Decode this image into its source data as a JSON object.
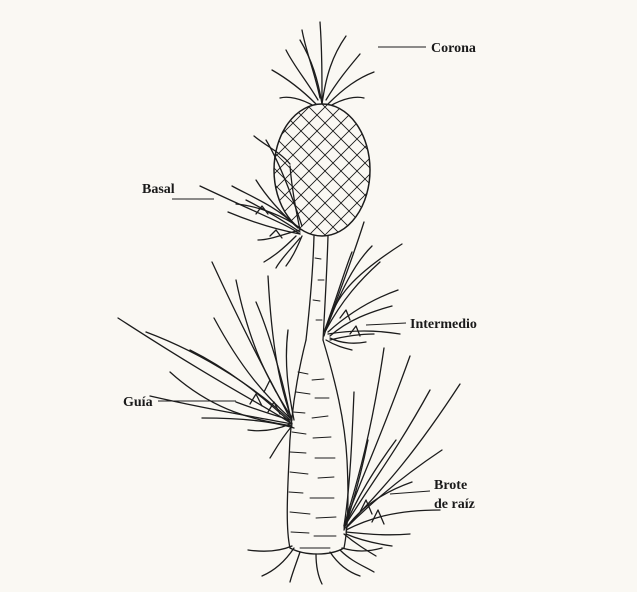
{
  "diagram": {
    "labels": {
      "corona": "Corona",
      "basal": "Basal",
      "intermedio": "Intermedio",
      "guia": "Guía",
      "brote_line1": "Brote",
      "brote_line2": "de raíz"
    },
    "colors": {
      "ink": "#1c1c1c",
      "background": "#faf8f3"
    }
  }
}
